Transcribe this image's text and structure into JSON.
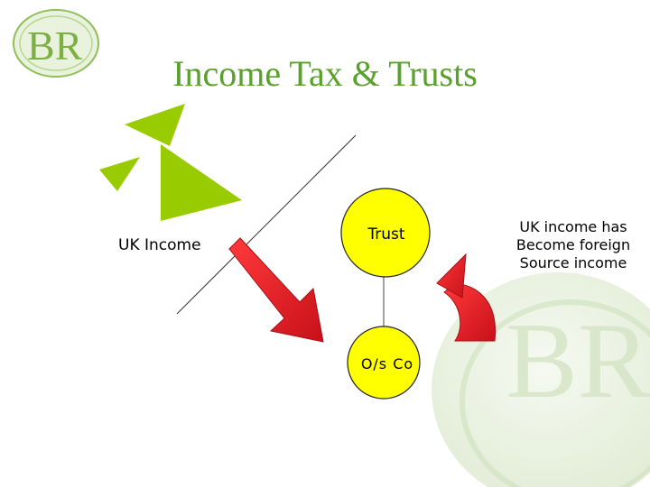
{
  "title": "Income Tax & Trusts",
  "logo_text": "BR",
  "watermark_text": "BR",
  "nodes": {
    "uk_income": "UK Income",
    "trust": "Trust",
    "overseas_company": "O/s Co"
  },
  "note": {
    "lines": [
      "UK income has",
      "Become foreign",
      "Source income"
    ]
  },
  "colors": {
    "title": "#5aa02c",
    "green_shapes": "#99cc00",
    "circle_fill": "#ffff00",
    "arrow_red": "#e8202a"
  }
}
